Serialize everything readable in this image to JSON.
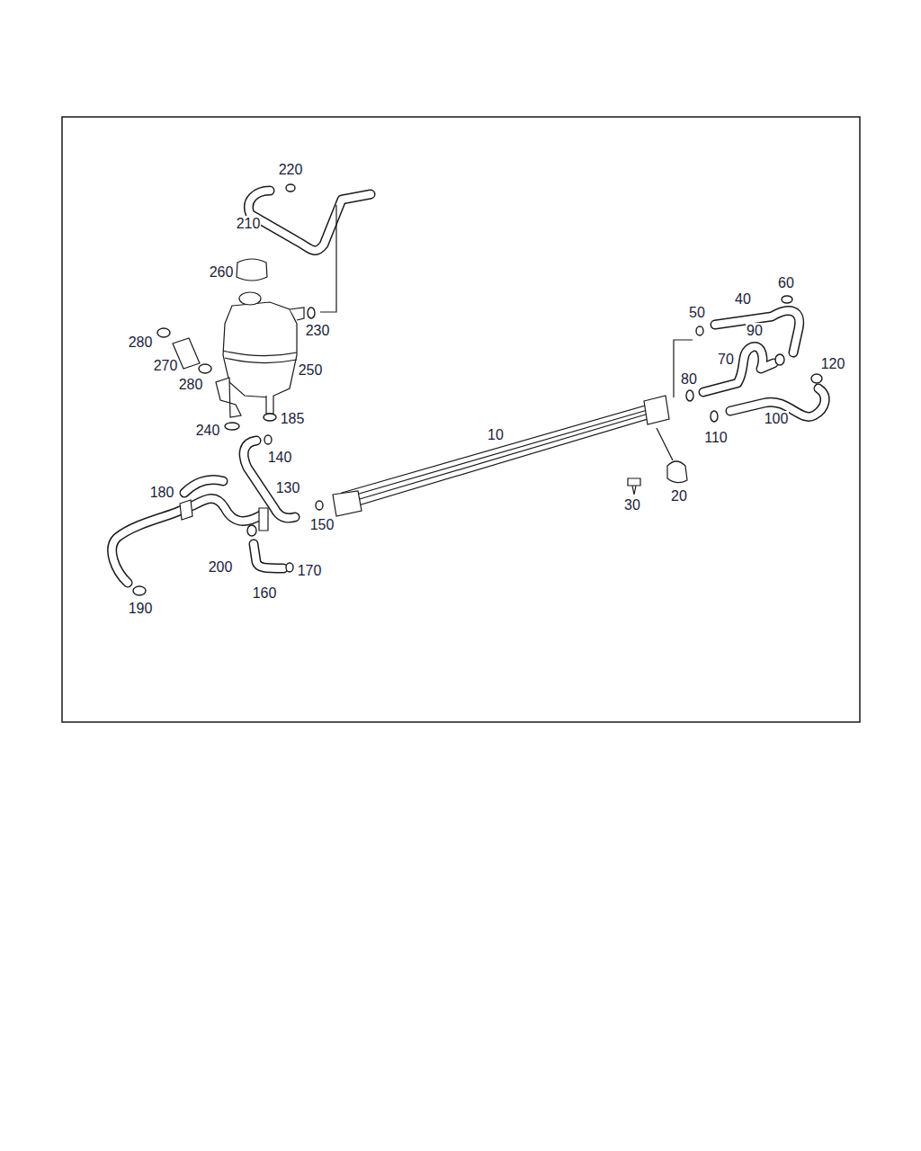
{
  "diagram": {
    "labels": [
      "220",
      "210",
      "260",
      "230",
      "280",
      "270",
      "280",
      "250",
      "240",
      "185",
      "140",
      "130",
      "180",
      "150",
      "200",
      "170",
      "160",
      "190",
      "10",
      "50",
      "40",
      "60",
      "90",
      "70",
      "80",
      "120",
      "100",
      "110",
      "30",
      "20"
    ]
  }
}
